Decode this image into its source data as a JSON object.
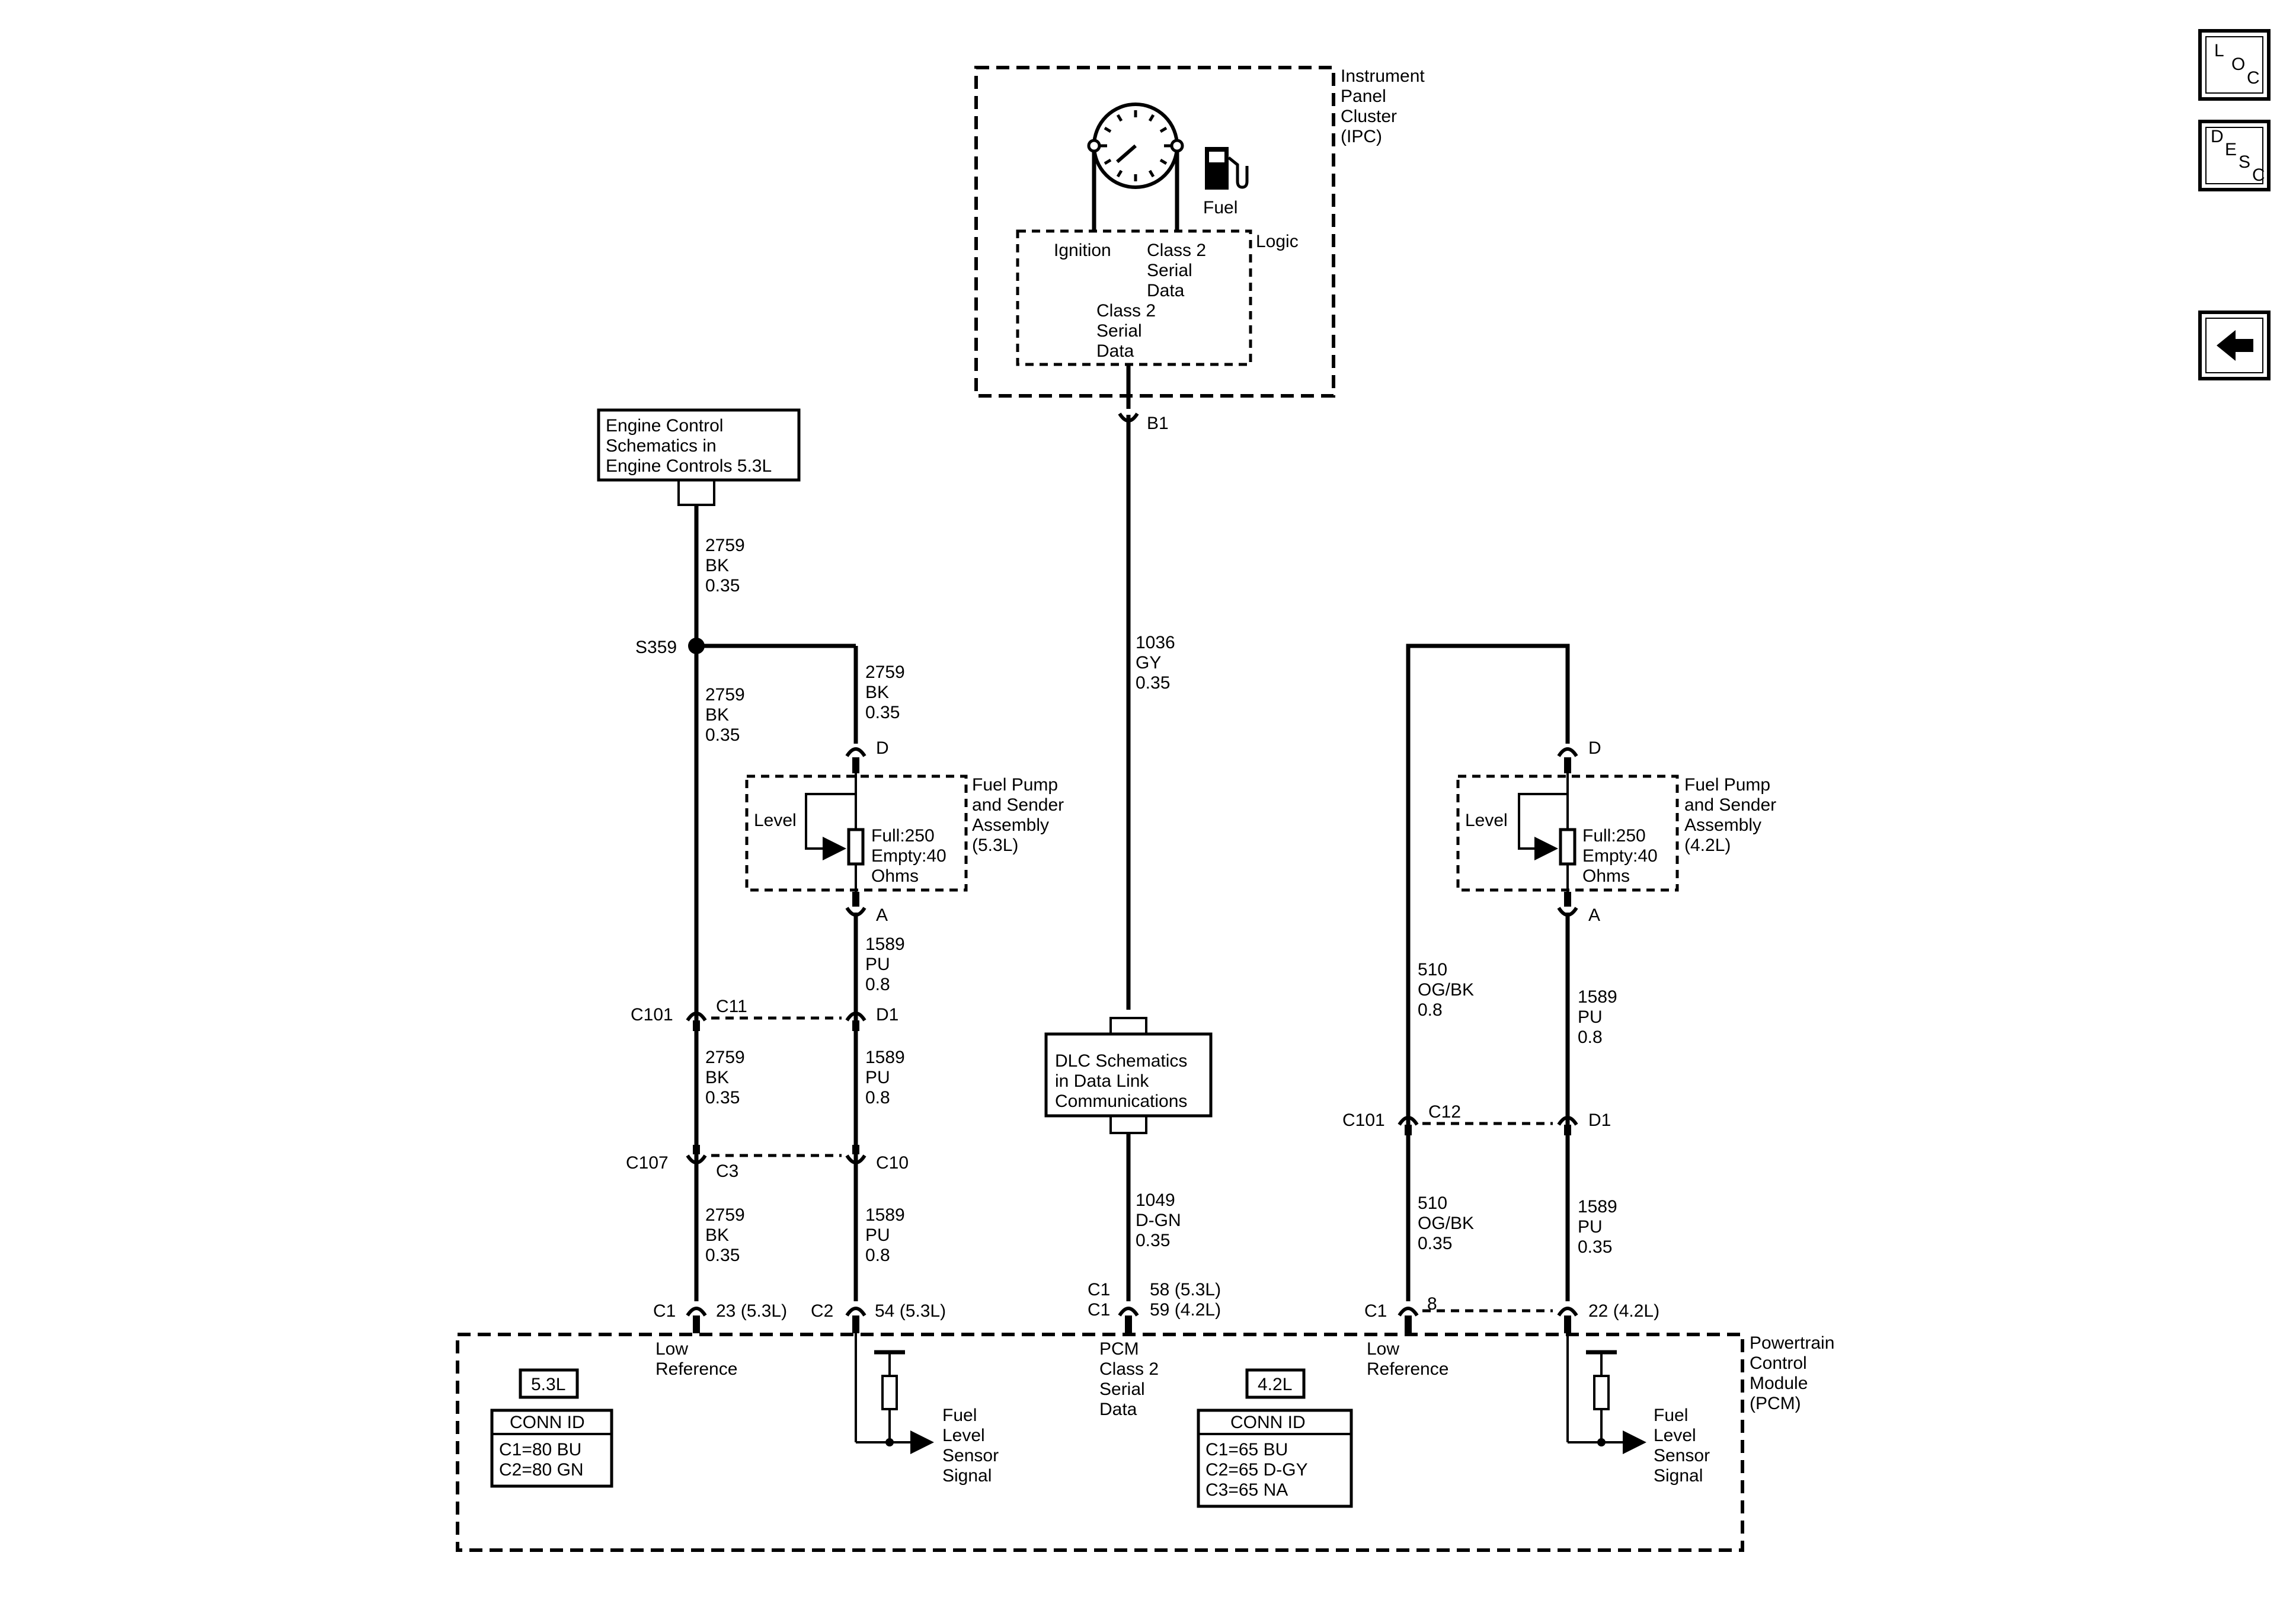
{
  "nav": {
    "loc": [
      "L",
      "O",
      "C"
    ],
    "desc": [
      "D",
      "E",
      "S",
      "C"
    ],
    "back_icon": "arrow-left-icon"
  },
  "ipc": {
    "label": [
      "Instrument",
      "Panel",
      "Cluster",
      "(IPC)"
    ],
    "fuel": "Fuel",
    "logic": "Logic",
    "ignition": "Ignition",
    "class2_top": [
      "Class 2",
      "Serial",
      "Data"
    ],
    "class2_bottom": [
      "Class 2",
      "Serial",
      "Data"
    ],
    "connector": "B1"
  },
  "refs": {
    "engine": [
      "Engine Control",
      "Schematics in",
      "Engine Controls 5.3L"
    ],
    "dlc": [
      "DLC Schematics",
      "in Data Link",
      "Communications"
    ]
  },
  "wires": {
    "w2759_top": [
      "2759",
      "BK",
      "0.35"
    ],
    "w2759_mid": [
      "2759",
      "BK",
      "0.35"
    ],
    "w2759_branch": [
      "2759",
      "BK",
      "0.35"
    ],
    "w2759_c101": [
      "2759",
      "BK",
      "0.35"
    ],
    "w2759_c107": [
      "2759",
      "BK",
      "0.35"
    ],
    "w1589_a": [
      "1589",
      "PU",
      "0.8"
    ],
    "w1589_d1": [
      "1589",
      "PU",
      "0.8"
    ],
    "w1589_c10": [
      "1589",
      "PU",
      "0.8"
    ],
    "w1036": [
      "1036",
      "GY",
      "0.35"
    ],
    "w1049": [
      "1049",
      "D-GN",
      "0.35"
    ],
    "w510_top": [
      "510",
      "OG/BK",
      "0.8"
    ],
    "w510_bot": [
      "510",
      "OG/BK",
      "0.35"
    ],
    "w1589_r_top": [
      "1589",
      "PU",
      "0.8"
    ],
    "w1589_r_bot": [
      "1589",
      "PU",
      "0.35"
    ]
  },
  "splice": "S359",
  "left_sender": {
    "label": [
      "Fuel Pump",
      "and Sender",
      "Assembly",
      "(5.3L)"
    ],
    "level": "Level",
    "values": [
      "Full:250",
      "Empty:40",
      "Ohms"
    ],
    "pin_top": "D",
    "pin_bottom": "A"
  },
  "right_sender": {
    "label": [
      "Fuel Pump",
      "and Sender",
      "Assembly",
      "(4.2L)"
    ],
    "level": "Level",
    "values": [
      "Full:250",
      "Empty:40",
      "Ohms"
    ],
    "pin_top": "D",
    "pin_bottom": "A"
  },
  "connectors": {
    "c101_left": "C101",
    "c11": "C11",
    "d1_left": "D1",
    "c107": "C107",
    "c3": "C3",
    "c10": "C10",
    "c101_right": "C101",
    "c12": "C12",
    "d1_right": "D1"
  },
  "pcm": {
    "label": [
      "Powertrain",
      "Control",
      "Module",
      "(PCM)"
    ],
    "c1_left": "C1",
    "pin23": "23 (5.3L)",
    "c2": "C2",
    "pin54": "54 (5.3L)",
    "c1_mid_a": "C1",
    "c1_mid_b": "C1",
    "pin58": "58 (5.3L)",
    "pin59": "59 (4.2L)",
    "c1_right": "C1",
    "pin8": "8",
    "pin22": "22 (4.2L)",
    "low_ref_left": [
      "Low",
      "Reference"
    ],
    "low_ref_right": [
      "Low",
      "Reference"
    ],
    "serial": [
      "PCM",
      "Class 2",
      "Serial",
      "Data"
    ],
    "fuel_level_left": [
      "Fuel",
      "Level",
      "Sensor",
      "Signal"
    ],
    "fuel_level_right": [
      "Fuel",
      "Level",
      "Sensor",
      "Signal"
    ],
    "conn53": {
      "badge": "5.3L",
      "title": "CONN ID",
      "lines": [
        "C1=80 BU",
        "C2=80 GN"
      ]
    },
    "conn42": {
      "badge": "4.2L",
      "title": "CONN ID",
      "lines": [
        "C1=65 BU",
        "C2=65 D-GY",
        "C3=65 NA"
      ]
    }
  }
}
